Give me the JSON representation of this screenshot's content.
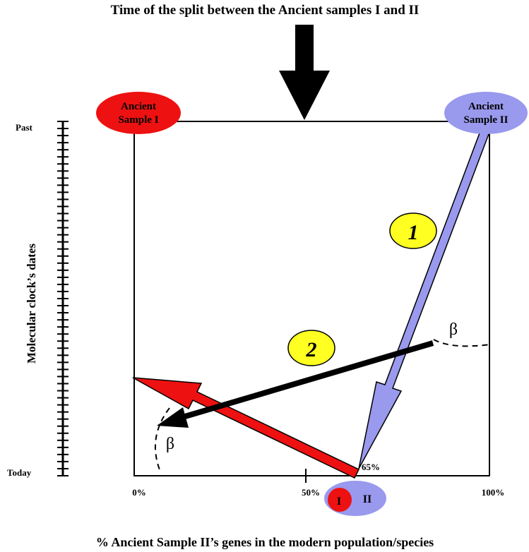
{
  "top_title": "Time of the split between the Ancient samples I and II",
  "x_axis_title": "% Ancient Sample II’s genes in the modern population/species",
  "y_axis_title": "Molecular clock’s dates",
  "y_axis_ticks": {
    "top": "Past",
    "bottom": "Today"
  },
  "x_axis_ticks": {
    "left": "0%",
    "middle": "50%",
    "right": "100%"
  },
  "nodes": {
    "ancient_sample_1": {
      "line1": "Ancient",
      "line2": "Sample I",
      "color": "#ee1111"
    },
    "ancient_sample_2": {
      "line1": "Ancient",
      "line2": "Sample II",
      "color": "#9999ee"
    },
    "modern_mix": {
      "label_I": "I",
      "label_II": "II"
    }
  },
  "annotations": {
    "point_percent": "65%",
    "step1": "1",
    "step2": "2",
    "angle_symbol": "β"
  },
  "colors": {
    "red": "#ee1111",
    "lavender": "#9999ee",
    "yellow": "#ffff22",
    "black": "#000000"
  }
}
